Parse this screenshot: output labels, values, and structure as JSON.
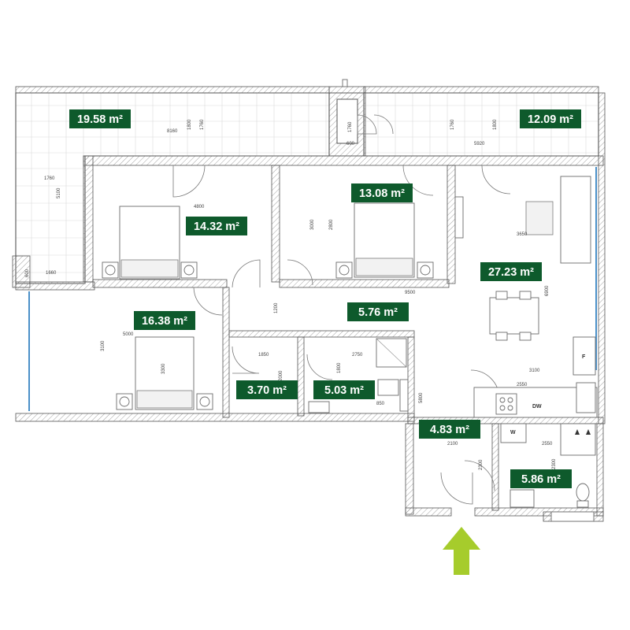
{
  "rooms": [
    {
      "id": "terrace-left",
      "area": "19.58 m²"
    },
    {
      "id": "terrace-right",
      "area": "12.09 m²"
    },
    {
      "id": "bedroom-a",
      "area": "14.32 m²"
    },
    {
      "id": "bedroom-b",
      "area": "13.08 m²"
    },
    {
      "id": "living-kitchen",
      "area": "27.23 m²"
    },
    {
      "id": "bedroom-c",
      "area": "16.38 m²"
    },
    {
      "id": "corridor",
      "area": "5.76 m²"
    },
    {
      "id": "wc",
      "area": "3.70 m²"
    },
    {
      "id": "bathroom",
      "area": "5.03 m²"
    },
    {
      "id": "entrance-hall",
      "area": "4.83 m²"
    },
    {
      "id": "bathroom-2",
      "area": "5.86 m²"
    }
  ],
  "dimensions": [
    "8160",
    "1800",
    "1760",
    "1760",
    "5100",
    "600",
    "1660",
    "1760",
    "600",
    "1760",
    "1800",
    "5920",
    "4800",
    "3000",
    "2800",
    "3650",
    "9500",
    "6900",
    "1200",
    "5000",
    "3100",
    "3300",
    "1850",
    "2000",
    "1800",
    "2750",
    "850",
    "5800",
    "3100",
    "2550",
    "2100",
    "2300",
    "2550",
    "2300"
  ],
  "appliances": {
    "dishwasher": "DW",
    "fridge": "F",
    "washer": "W"
  },
  "colors": {
    "tag": "#0e5a2c",
    "wall": "#3d3d3d",
    "entrance_arrow": "#a6cc2c",
    "glazing": "#4a90c8"
  }
}
